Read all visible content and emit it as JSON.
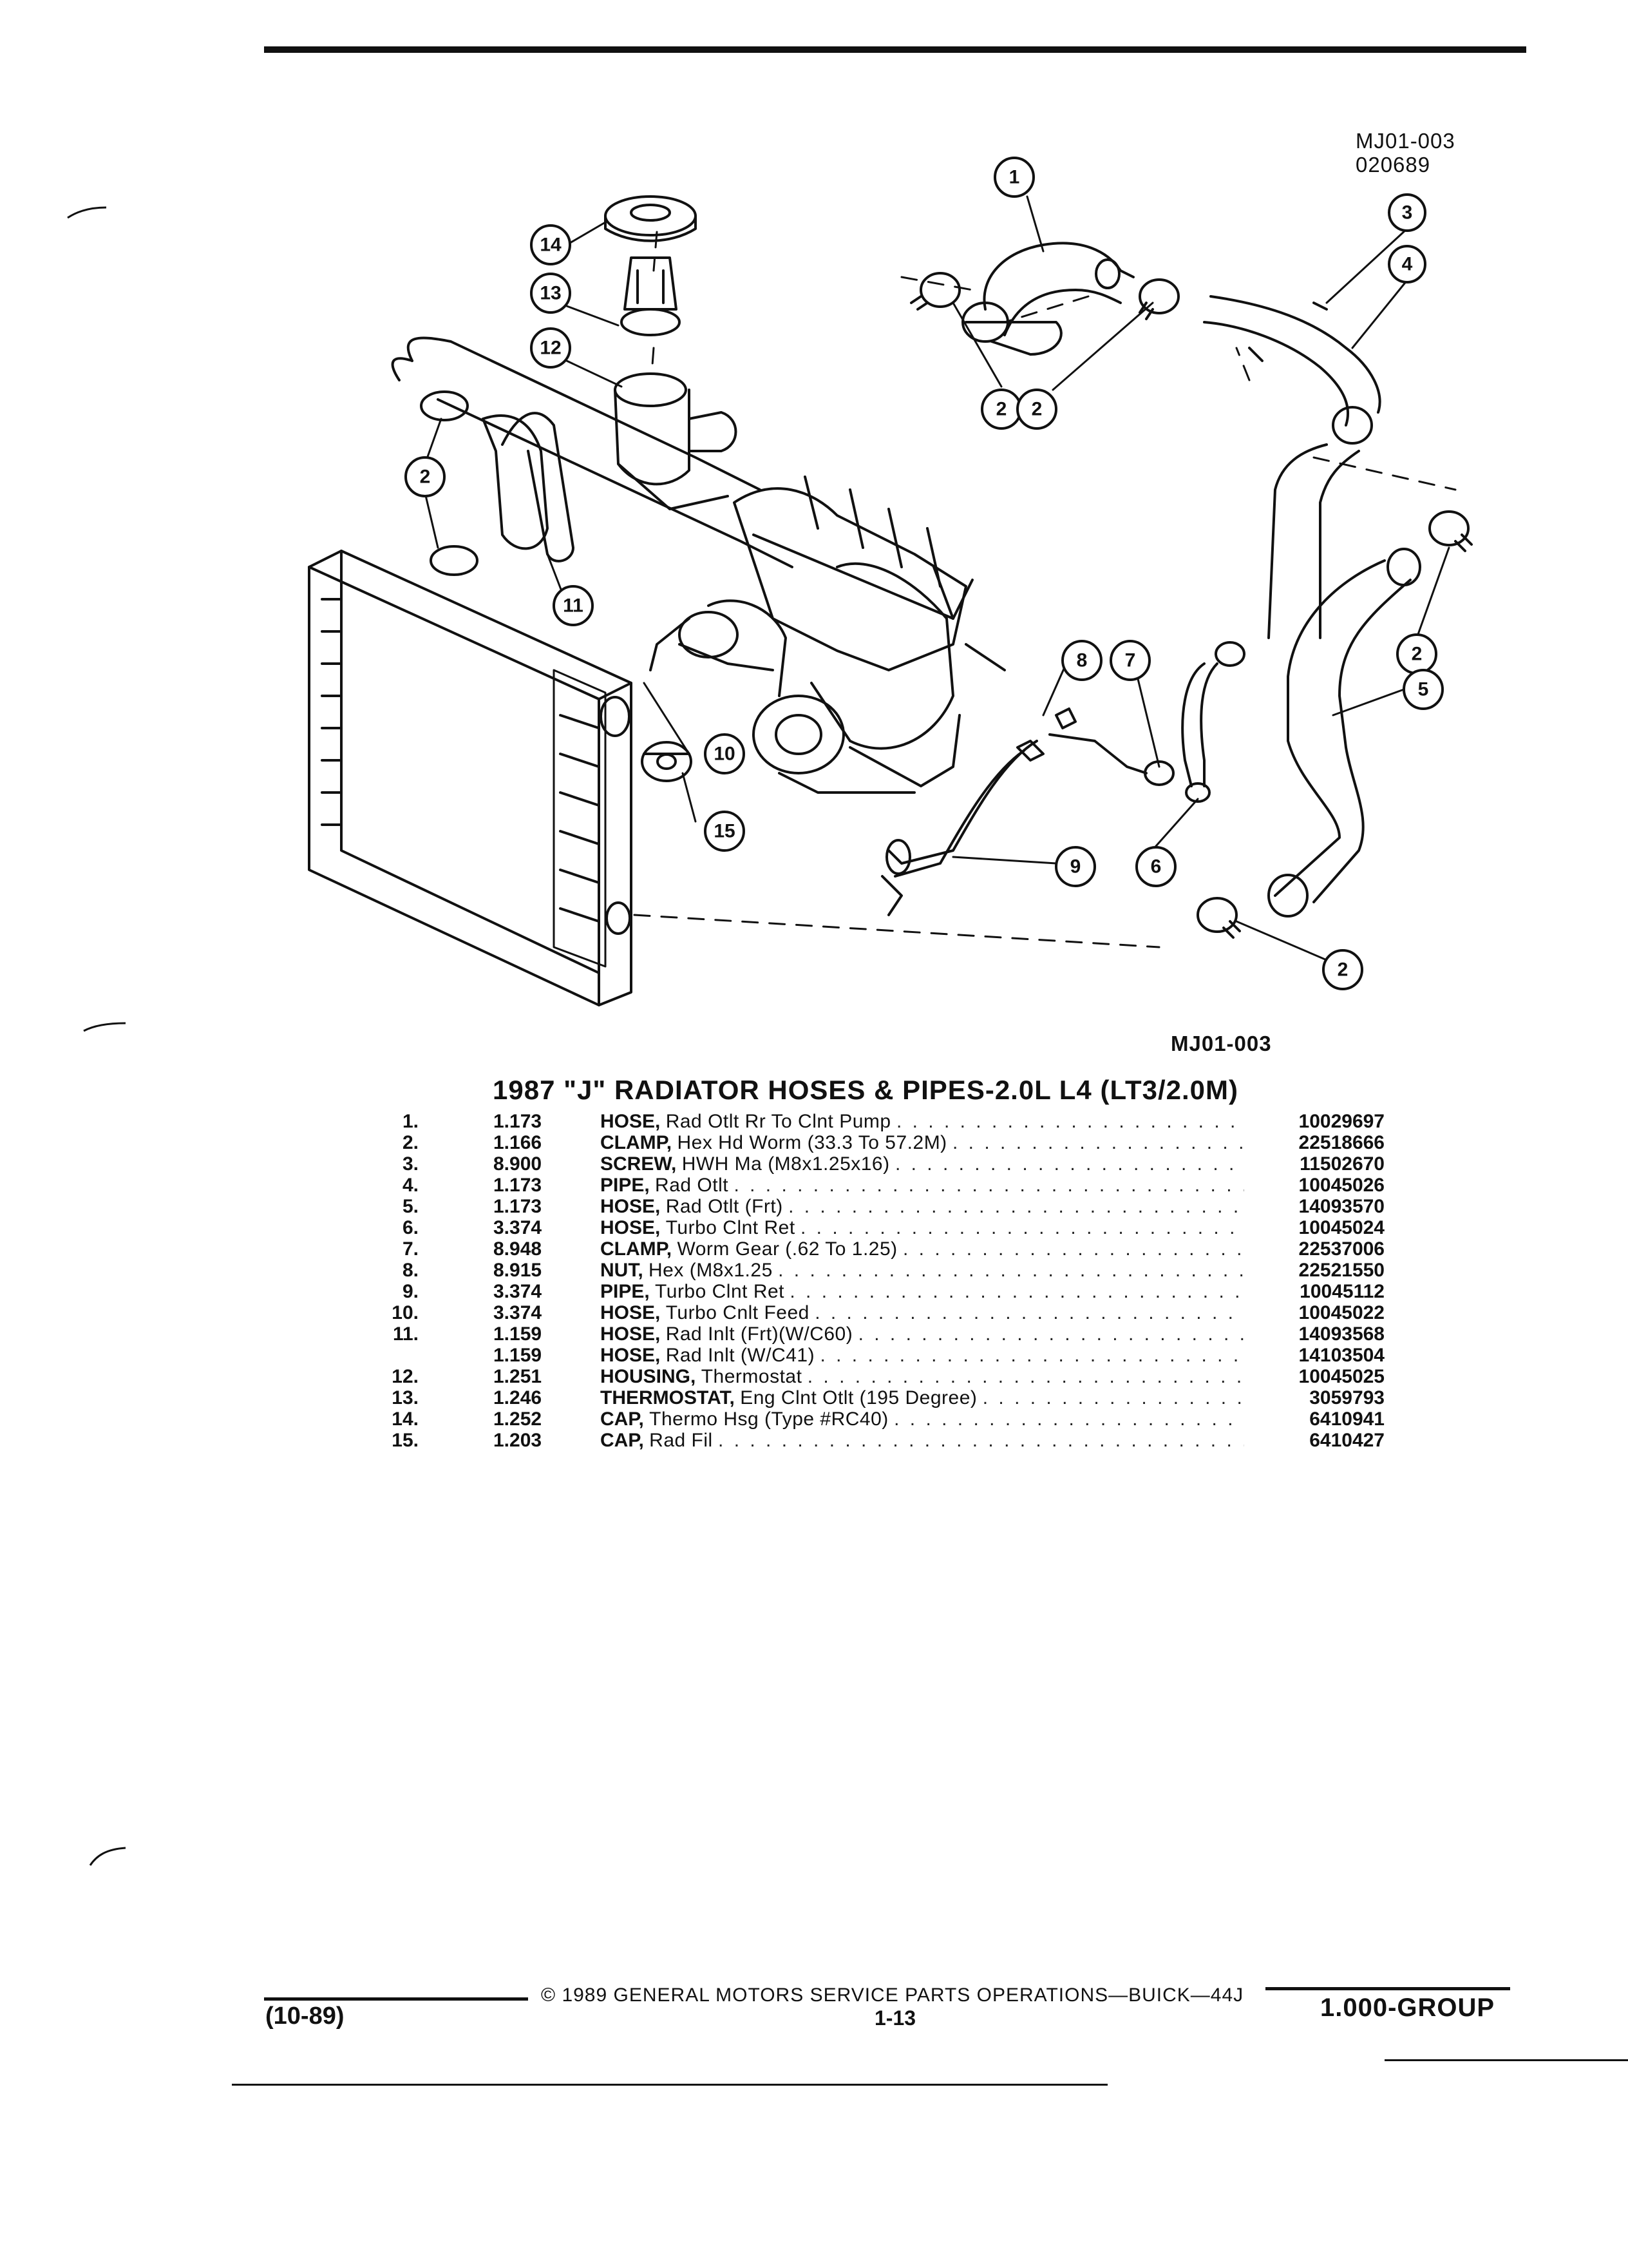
{
  "diagram": {
    "ref_top": [
      "MJ01-003",
      "020689"
    ],
    "ref_bottom": "MJ01-003",
    "callouts": [
      "1",
      "2",
      "2",
      "3",
      "4",
      "2",
      "2",
      "2",
      "5",
      "8",
      "7",
      "6",
      "9",
      "2",
      "10",
      "15",
      "11",
      "12",
      "13",
      "14"
    ]
  },
  "title": "1987 \"J\" RADIATOR HOSES & PIPES-2.0L L4 (LT3/2.0M)",
  "parts": [
    {
      "num": "1.",
      "group": "1.173",
      "name": "HOSE,",
      "desc": "Rad Otlt Rr To Clnt Pump",
      "part": "10029697"
    },
    {
      "num": "2.",
      "group": "1.166",
      "name": "CLAMP,",
      "desc": "Hex Hd Worm (33.3 To 57.2M)",
      "part": "22518666"
    },
    {
      "num": "3.",
      "group": "8.900",
      "name": "SCREW,",
      "desc": "HWH Ma (M8x1.25x16)",
      "part": "11502670"
    },
    {
      "num": "4.",
      "group": "1.173",
      "name": "PIPE,",
      "desc": "Rad Otlt",
      "part": "10045026"
    },
    {
      "num": "5.",
      "group": "1.173",
      "name": "HOSE,",
      "desc": "Rad Otlt (Frt)",
      "part": "14093570"
    },
    {
      "num": "6.",
      "group": "3.374",
      "name": "HOSE,",
      "desc": "Turbo Clnt Ret",
      "part": "10045024"
    },
    {
      "num": "7.",
      "group": "8.948",
      "name": "CLAMP,",
      "desc": "Worm Gear (.62 To 1.25)",
      "part": "22537006"
    },
    {
      "num": "8.",
      "group": "8.915",
      "name": "NUT,",
      "desc": "Hex (M8x1.25",
      "part": "22521550"
    },
    {
      "num": "9.",
      "group": "3.374",
      "name": "PIPE,",
      "desc": "Turbo Clnt Ret",
      "part": "10045112"
    },
    {
      "num": "10.",
      "group": "3.374",
      "name": "HOSE,",
      "desc": "Turbo Cnlt Feed",
      "part": "10045022"
    },
    {
      "num": "11.",
      "group": "1.159",
      "name": "HOSE,",
      "desc": "Rad Inlt (Frt)(W/C60)",
      "part": "14093568"
    },
    {
      "num": "",
      "group": "1.159",
      "name": "HOSE,",
      "desc": "Rad Inlt (W/C41)",
      "part": "14103504"
    },
    {
      "num": "12.",
      "group": "1.251",
      "name": "HOUSING,",
      "desc": "Thermostat",
      "part": "10045025"
    },
    {
      "num": "13.",
      "group": "1.246",
      "name": "THERMOSTAT,",
      "desc": "Eng Clnt Otlt (195 Degree)",
      "part": "3059793"
    },
    {
      "num": "14.",
      "group": "1.252",
      "name": "CAP,",
      "desc": "Thermo Hsg (Type #RC40)",
      "part": "6410941"
    },
    {
      "num": "15.",
      "group": "1.203",
      "name": "CAP,",
      "desc": "Rad Fil",
      "part": "6410427"
    }
  ],
  "footer": {
    "copyright": "© 1989 GENERAL MOTORS SERVICE PARTS OPERATIONS—BUICK—44J",
    "page": "1-13",
    "date": "(10-89)",
    "group": "1.000-GROUP"
  }
}
